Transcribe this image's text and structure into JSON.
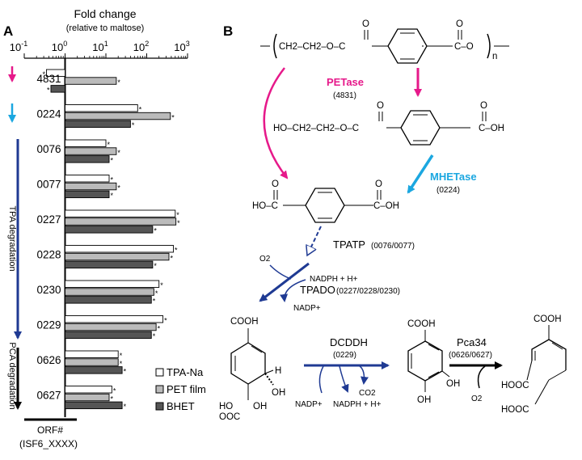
{
  "panels": {
    "a": "A",
    "b": "B"
  },
  "chart_data": {
    "type": "bar",
    "orientation": "horizontal",
    "title": "Fold change",
    "subtitle": "(relative to maltose)",
    "xscale": "log",
    "xlim": [
      0.1,
      1000
    ],
    "xticks": [
      "10-1",
      "100",
      "101",
      "102",
      "103"
    ],
    "ylabel": "ORF#",
    "ylabel2": "(ISF6_XXXX)",
    "categories": [
      "4831",
      "0224",
      "0076",
      "0077",
      "0227",
      "0228",
      "0230",
      "0229",
      "0626",
      "0627"
    ],
    "series": [
      {
        "name": "TPA-Na",
        "color": "#ffffff",
        "values": [
          0.35,
          60,
          10,
          12,
          500,
          450,
          200,
          250,
          20,
          14
        ]
      },
      {
        "name": "PET film",
        "color": "#bbbbbb",
        "values": [
          18,
          380,
          18,
          18,
          520,
          350,
          150,
          170,
          20,
          12
        ]
      },
      {
        "name": "BHET",
        "color": "#555555",
        "values": [
          0.45,
          40,
          12,
          12,
          140,
          140,
          130,
          130,
          25,
          25
        ]
      }
    ],
    "annotations": [
      "*"
    ],
    "side_labels": [
      "TPA degradation",
      "PCA degradation"
    ],
    "arrow_colors": {
      "petase": "#e6198a",
      "mhetase": "#1ba7e0",
      "tpa": "#1f3a93",
      "pca": "#000000"
    }
  },
  "pathway": {
    "enzymes": {
      "petase": "PETase",
      "petase_id": "(4831)",
      "mhetase": "MHETase",
      "mhetase_id": "(0224)",
      "tpatp": "TPATP",
      "tpatp_id": "(0076/0077)",
      "tpado": "TPADO",
      "tpado_id": "(0227/0228/0230)",
      "dcddh": "DCDDH",
      "dcddh_id": "(0229)",
      "pca34": "Pca34",
      "pca34_id": "(0626/0627)"
    },
    "cofactors": {
      "o2": "O2",
      "nadph_h": "NADPH + H+",
      "nadp": "NADP+",
      "co2": "CO2"
    },
    "atoms": {
      "o": "O",
      "oh": "OH",
      "h": "H",
      "n": "n",
      "cooh": "COOH",
      "ho": "HO",
      "hooc": "HOOC",
      "ch2_chain": "CH2–CH2–O–C",
      "ho_chain": "HO–CH2–CH2–O–C",
      "c_o": "C–O",
      "c_oh": "C–OH",
      "ho_c": "HO–C",
      "ooc": "OOC"
    }
  }
}
